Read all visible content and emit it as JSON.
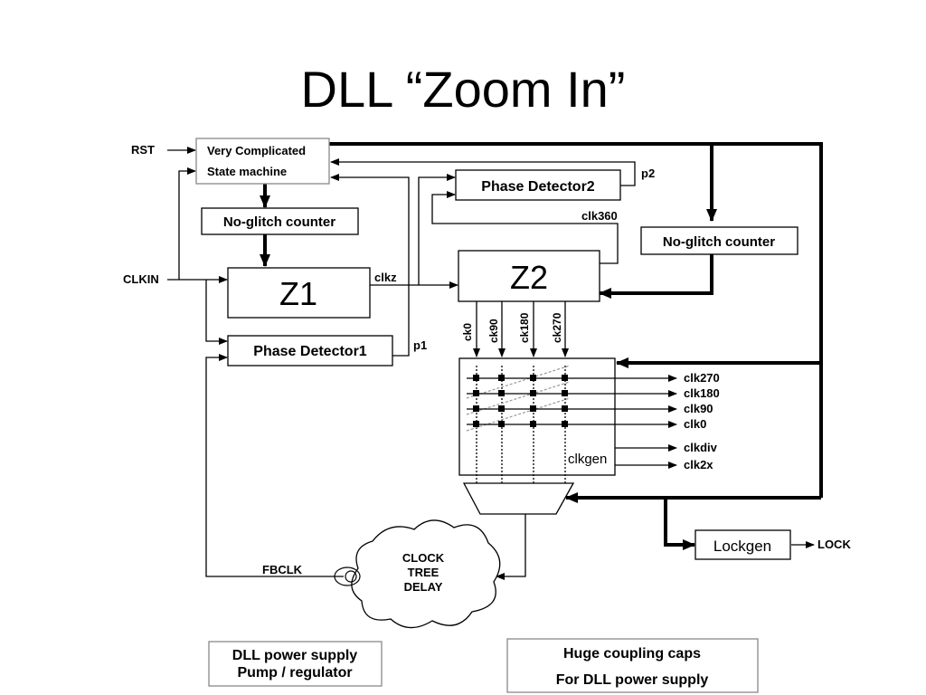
{
  "title": "DLL “Zoom In”",
  "inputs": {
    "rst": "RST",
    "clkin": "CLKIN"
  },
  "state_machine": {
    "line1": "Very Complicated",
    "line2": "State machine"
  },
  "counter_left": "No-glitch counter",
  "counter_right": "No-glitch counter",
  "z1": "Z1",
  "z2": "Z2",
  "phase_detector1": "Phase Detector1",
  "phase_detector2": "Phase Detector2",
  "signals": {
    "clkz": "clkz",
    "p1": "p1",
    "p2": "p2",
    "clk360": "clk360",
    "fbclk": "FBCLK"
  },
  "taps": [
    "ck0",
    "ck90",
    "ck180",
    "ck270"
  ],
  "clkgen": {
    "label": "clkgen",
    "outputs": [
      "clk270",
      "clk180",
      "clk90",
      "clk0"
    ],
    "extra_outputs": [
      "clkdiv",
      "clk2x"
    ]
  },
  "clock_tree": {
    "line1": "CLOCK",
    "line2": "TREE",
    "line3": "DELAY"
  },
  "lockgen": "Lockgen",
  "lock": "LOCK",
  "power_supply": {
    "line1": "DLL power supply",
    "line2": "Pump / regulator"
  },
  "coupling_caps": {
    "line1": "Huge coupling caps",
    "line2": "For DLL power supply"
  },
  "colors": {
    "lines": "#000000",
    "note_box_border": "#888888"
  }
}
